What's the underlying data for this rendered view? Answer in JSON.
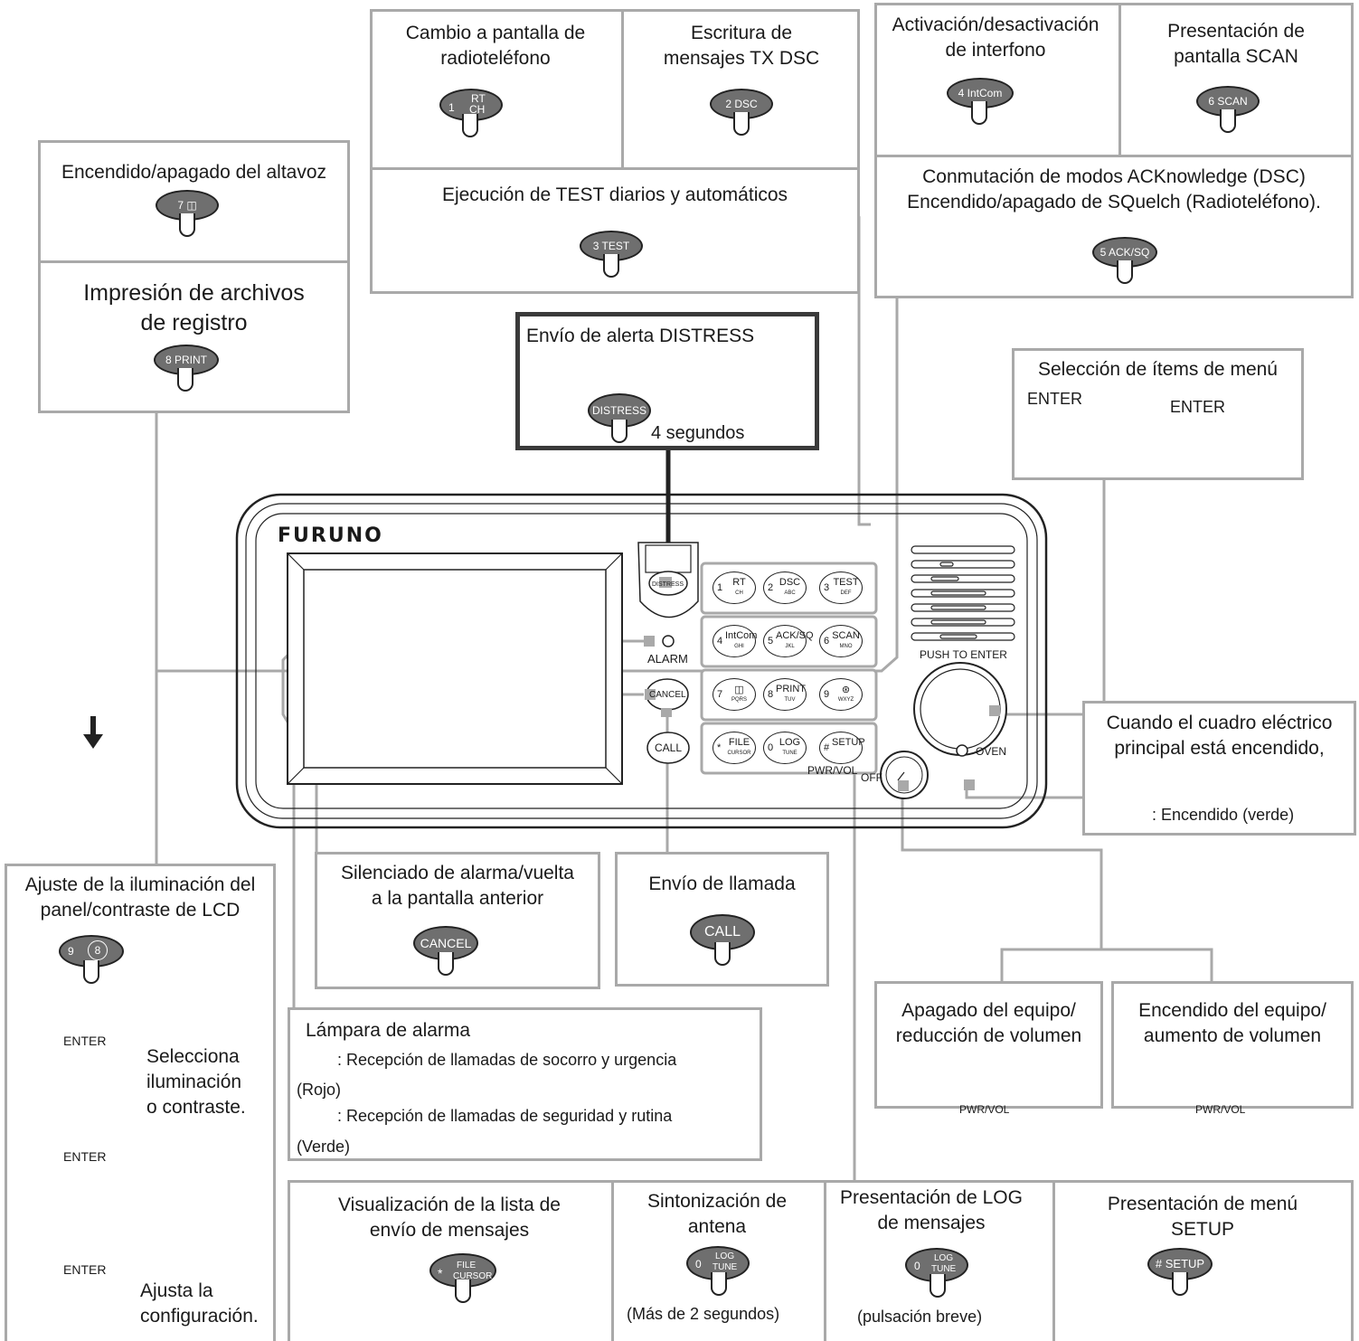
{
  "panel": {
    "brand": "FURUNO",
    "alarm_label": "ALARM",
    "push_to_enter": "PUSH TO ENTER",
    "pwr_vol": "PWR/VOL",
    "off": "OFF",
    "oven": "OVEN",
    "distress_btn": "DISTRESS",
    "cancel_btn": "CANCEL",
    "call_btn": "CALL",
    "keys": [
      {
        "num": "1",
        "main": "RT",
        "sub": "CH"
      },
      {
        "num": "2",
        "main": "DSC",
        "sub": "ABC"
      },
      {
        "num": "3",
        "main": "TEST",
        "sub": "DEF"
      },
      {
        "num": "4",
        "main": "IntCom",
        "sub": "GHI"
      },
      {
        "num": "5",
        "main": "ACK/SQ",
        "sub": "JKL"
      },
      {
        "num": "6",
        "main": "SCAN",
        "sub": "MNO"
      },
      {
        "num": "7",
        "main": "◫",
        "sub": "PQRS"
      },
      {
        "num": "8",
        "main": "PRINT",
        "sub": "TUV"
      },
      {
        "num": "9",
        "main": "⊛",
        "sub": "WXYZ"
      },
      {
        "num": "*",
        "main": "FILE",
        "sub": "CURSOR"
      },
      {
        "num": "0",
        "main": "LOG",
        "sub": "TUNE"
      },
      {
        "num": "#",
        "main": "SETUP",
        "sub": ""
      }
    ]
  },
  "callouts": {
    "rt": {
      "title1": "Cambio a pantalla de",
      "title2": "radioteléfono",
      "key_num": "1",
      "key_main": "RT",
      "key_sub": "CH"
    },
    "dsc": {
      "title1": "Escritura de",
      "title2": "mensajes TX DSC",
      "key": "2  DSC"
    },
    "test": {
      "title": "Ejecución de TEST diarios y automáticos",
      "key": "3  TEST"
    },
    "intcom": {
      "title1": "Activación/desactivación",
      "title2": "de interfono",
      "key": "4  IntCom"
    },
    "scan": {
      "title1": "Presentación de",
      "title2": "pantalla SCAN",
      "key": "6  SCAN"
    },
    "acksq": {
      "title1": "Conmutación de modos ACKnowledge (DSC)",
      "title2": "Encendido/apagado de SQuelch (Radioteléfono).",
      "key": "5 ACK/SQ"
    },
    "speaker": {
      "title": "Encendido/apagado del altavoz",
      "key": "7  ◫"
    },
    "print": {
      "title1": "Impresión de archivos",
      "title2": "de registro",
      "key": "8  PRINT"
    },
    "distress": {
      "title": "Envío de alerta DISTRESS",
      "key": "DISTRESS",
      "note": "4 segundos"
    },
    "menu": {
      "title": "Selección de ítems de menú",
      "enter1": "ENTER",
      "enter2": "ENTER"
    },
    "oven": {
      "title1": "Cuando el cuadro eléctrico",
      "title2": "principal está encendido,",
      "legend": ": Encendido (verde)",
      "color": "#1aa84a"
    },
    "cancel": {
      "title1": "Silenciado de alarma/vuelta",
      "title2": "a la pantalla anterior",
      "key": "CANCEL"
    },
    "call": {
      "title": "Envío de llamada",
      "key": "CALL"
    },
    "pwr_off": {
      "title1": "Apagado del equipo/",
      "title2": "reducción de volumen",
      "label": "PWR/VOL"
    },
    "pwr_on": {
      "title1": "Encendido del equipo/",
      "title2": "aumento de volumen",
      "label": "PWR/VOL"
    },
    "alarm_lamp": {
      "title": "Lámpara de alarma",
      "red": ": Recepción de llamadas de socorro y urgencia",
      "red_color_label": "(Rojo)",
      "red_color": "#d01860",
      "green": ": Recepción de llamadas de seguridad y rutina",
      "green_color_label": "(Verde)",
      "green_color": "#1aa84a"
    },
    "illum": {
      "title1": "Ajuste de la iluminación del",
      "title2": "panel/contraste de LCD",
      "key_num": "9",
      "enter": "ENTER",
      "select1": "Selecciona",
      "select2": "iluminación",
      "select3": "o contraste.",
      "adjust1": "Ajusta la",
      "adjust2": "configuración."
    },
    "file": {
      "title1": "Visualización de la lista de",
      "title2": "envío de mensajes",
      "key_num": "*",
      "key_main": "FILE",
      "key_sub": "CURSOR"
    },
    "tune": {
      "title1": "Sintonización de",
      "title2": "antena",
      "key_num": "0",
      "key_main": "LOG",
      "key_sub": "TUNE",
      "note": "(Más de 2 segundos)"
    },
    "log": {
      "title1": "Presentación de LOG",
      "title2": "de mensajes",
      "key_num": "0",
      "key_main": "LOG",
      "key_sub": "TUNE",
      "note": "(pulsación breve)"
    },
    "setup": {
      "title1": "Presentación de menú",
      "title2": "SETUP",
      "key": "# SETUP"
    }
  }
}
